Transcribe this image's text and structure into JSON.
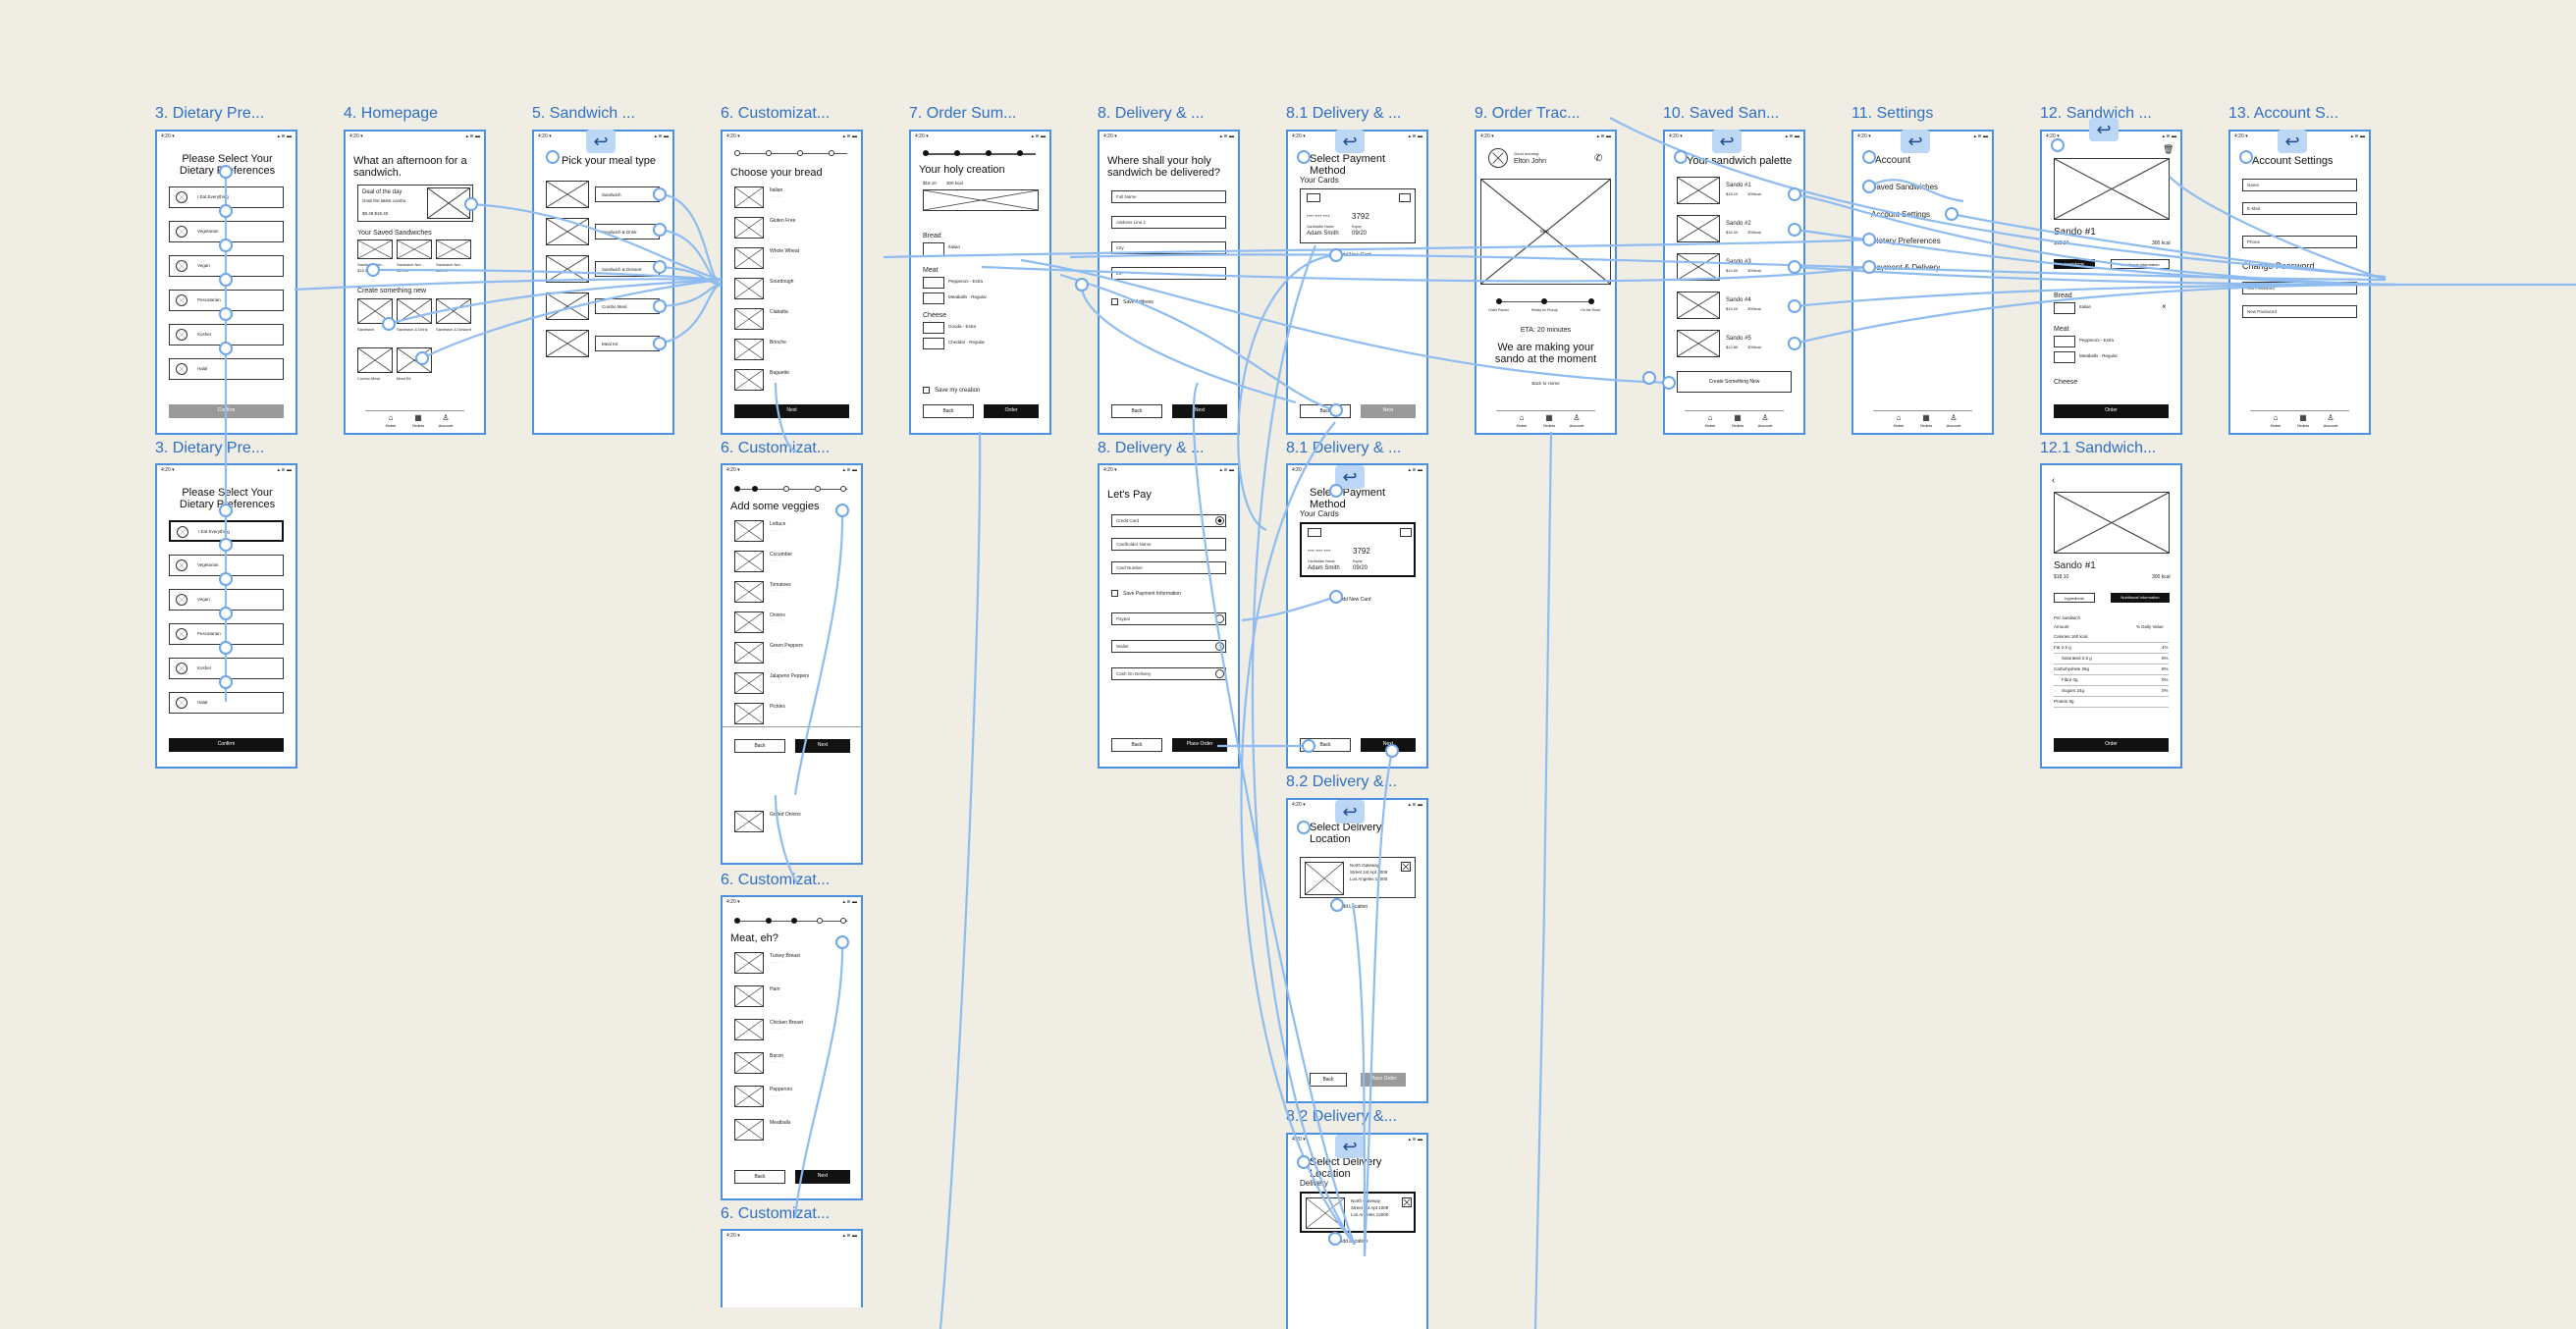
{
  "colors": {
    "background": "#efede4",
    "frame": "#4a90e2",
    "title": "#2f6fc4",
    "connector": "#8fbcf0",
    "connector_node": "#6ea6e8",
    "badge": "#bcd6f6"
  },
  "status": {
    "time": "4:20 ▾",
    "icons": "▴ ≋ ▬"
  },
  "icons": {
    "back": "back-arrow-icon",
    "x": "close-icon",
    "placeholder": "image-placeholder-icon"
  },
  "frames": {
    "f1": {
      "title": "3. Dietary Pre...",
      "heading": "Please Select Your Dietary Preferences",
      "options": [
        "I Eat Everything",
        "Vegetarian",
        "Vegan",
        "Pescatarian",
        "Kosher",
        "Halal"
      ],
      "button": "Confirm"
    },
    "f2": {
      "title": "4. Homepage",
      "heading": "What an afternoon for a sandwich.",
      "deal_title": "Deal of the day",
      "deal_sub": "Grab the latest combo",
      "deal_price": "$5.49 $15.40",
      "saved_label": "Your Saved Sandwiches",
      "saved_items": [
        "Sandwich Nei...",
        "Sandwich Nei...",
        "Sandwich Nei..."
      ],
      "saved_prices": [
        "$18.10",
        "$14.50",
        "$12.00"
      ],
      "create_label": "Create something new",
      "create_items": [
        "Sandwich",
        "Sandwich & Drink",
        "Sandwich & Dessert",
        "Combo Meal",
        "Meal Kit"
      ],
      "nav": [
        "Home",
        "Orders",
        "Account"
      ]
    },
    "f3": {
      "title": "5. Sandwich ...",
      "heading": "Pick your meal type",
      "items": [
        "Sandwich",
        "Sandwich & Drink",
        "Sandwich & Dessert",
        "Combo Meal",
        "Meal Kit"
      ]
    },
    "f4": {
      "title": "6. Customizat...",
      "heading": "Choose your bread",
      "items": [
        "Italian",
        "Gluten Free",
        "Whole Wheat",
        "Sourdough",
        "Ciabatta",
        "Brioche",
        "Baguette"
      ],
      "back": "Back",
      "next": "Next"
    },
    "f5": {
      "title": "7. Order Sum...",
      "heading": "Your holy creation",
      "price": "$18.10",
      "kcal": "300 kcal",
      "bread_label": "Bread",
      "bread_item": "Italian",
      "meat_label": "Meat",
      "meat_items": [
        "Pepperoni - Extra",
        "Meatballs - Regular"
      ],
      "cheese_label": "Cheese",
      "cheese_items": [
        "Gouda - Extra",
        "Cheddar - Regular"
      ],
      "save_label": "Save my creation",
      "back": "Back",
      "order": "Order"
    },
    "f6": {
      "title": "8. Delivery & ...",
      "heading": "Where shall your holy sandwich be delivered?",
      "fields": [
        "Full Name",
        "Address Line 1",
        "City",
        "ZIP"
      ],
      "save_addr": "Save Address",
      "back": "Back",
      "next": "Next"
    },
    "f7": {
      "title": "8.1 Delivery & ...",
      "heading": "Select Payment Method",
      "cards_label": "Your Cards",
      "card_num_prefix": "**** **** ****",
      "card_num": "3792",
      "holder_label": "Cardholder Name",
      "holder": "Adam Smith",
      "expiry_label": "Expiry",
      "expiry": "09/20",
      "add_card": "Add New Card",
      "back": "Back",
      "next": "Next"
    },
    "f8": {
      "title": "9. Order Trac...",
      "greeting": "Good morning",
      "name": "Elton John",
      "map": "Map",
      "steps": [
        "Order Placed",
        "Ready for Pickup",
        "On the Road"
      ],
      "eta": "ETA: 20 minutes",
      "message": "We are making your sando at the moment",
      "back_home": "Back to Home",
      "nav": [
        "Home",
        "Orders",
        "Account"
      ]
    },
    "f9": {
      "title": "10. Saved San...",
      "heading": "Your sandwich palette",
      "items": [
        "Sando #1",
        "Sando #2",
        "Sando #3",
        "Sando #4",
        "Sando #5"
      ],
      "prices": [
        "$18.10",
        "$16.40",
        "$14.00",
        "$19.20",
        "$12.80"
      ],
      "kcal": "300kcal",
      "create": "Create Something New",
      "nav": [
        "Home",
        "Orders",
        "Account"
      ]
    },
    "f10": {
      "title": "11. Settings",
      "items": [
        "Account",
        "Saved Sandwiches",
        "Account Settings",
        "Dietary Preferences",
        "Payment & Delivery"
      ],
      "nav": [
        "Home",
        "Orders",
        "Account"
      ]
    },
    "f11": {
      "title": "12. Sandwich ...",
      "name": "Sando #1",
      "price": "$18.10",
      "kcal": "300 kcal",
      "tabs": [
        "Ingredients",
        "Nutritional Information"
      ],
      "bread_label": "Bread",
      "bread_item": "Italian",
      "meat_label": "Meat",
      "meat_items": [
        "Pepperoni - Extra",
        "Meatballs - Regular"
      ],
      "cheese_label": "Cheese",
      "order": "Order"
    },
    "f12": {
      "title": "13. Account S...",
      "heading": "Account Settings",
      "fields": [
        "Name",
        "E-Mail",
        "Phone"
      ],
      "pw_label": "Change Password",
      "pw_fields": [
        "Old Password",
        "New Password"
      ],
      "nav": [
        "Home",
        "Orders",
        "Account"
      ]
    },
    "f13": {
      "title": "3. Dietary Pre...",
      "heading": "Please Select Your Dietary Preferences",
      "options": [
        "I Eat Everything",
        "Vegetarian",
        "Vegan",
        "Pescatarian",
        "Kosher",
        "Halal"
      ],
      "button": "Confirm"
    },
    "f14": {
      "title": "6. Customizat...",
      "heading": "Add some veggies",
      "items": [
        "Lettuce",
        "Cucumber",
        "Tomatoes",
        "Onions",
        "Green Peppers",
        "Jalapeno Peppers",
        "Pickles",
        "Grilled Onions"
      ],
      "back": "Back",
      "next": "Next"
    },
    "f15": {
      "title": "8. Delivery & ...",
      "heading": "Let's Pay",
      "fields": [
        "Credit Card",
        "Cardholder Name",
        "Card Number"
      ],
      "saved_label": "Save Payment Information",
      "options": [
        "Paypal",
        "Wallet",
        "Cash On Delivery"
      ],
      "back": "Back",
      "next": "Place Order"
    },
    "f16": {
      "title": "8.1 Delivery & ...",
      "heading": "Select Payment Method",
      "cards_label": "Your Cards",
      "card_num_prefix": "**** **** ****",
      "card_num": "3792",
      "holder_label": "Cardholder Name",
      "holder": "Adam Smith",
      "expiry_label": "Expiry",
      "expiry": "09/20",
      "add_card": "Add New Card",
      "back": "Back",
      "next": "Next"
    },
    "f17": {
      "title": "12.1 Sandwich...",
      "name": "Sando #1",
      "price": "$18.10",
      "kcal": "300 kcal",
      "tabs": [
        "Ingredients",
        "Nutritional Information"
      ],
      "per": "Per sandwich",
      "amount": "Amount",
      "daily": "% Daily Value",
      "rows": [
        [
          "Calories 160 kcal",
          ""
        ],
        [
          "Fat 2.5 g",
          "4%"
        ],
        [
          "Saturated 2.5 g",
          "8%"
        ],
        [
          "Carbohydrate 25g",
          "8%"
        ],
        [
          "Fibre 0g",
          "0%"
        ],
        [
          "Sugars 24g",
          "0%"
        ],
        [
          "Protein 8g",
          ""
        ]
      ],
      "order": "Order"
    },
    "f18": {
      "title": "6. Customizat...",
      "heading": "Meat, eh?",
      "items": [
        "Turkey Breast",
        "Ham",
        "Chicken Breast",
        "Bacon",
        "Pepperoni",
        "Meatballs"
      ],
      "back": "Back",
      "next": "Next"
    },
    "f19": {
      "title": "8.2 Delivery &...",
      "heading": "Select Delivery Location",
      "addr_name": "North Gateway",
      "addr_line": "Street 1st Apt 1009",
      "addr_city": "Los Angeles 12000",
      "add": "Add Location",
      "back": "Back",
      "next": "Place Order"
    },
    "f20": {
      "title": "6. Customizat..."
    },
    "f21": {
      "title": "8.2 Delivery &...",
      "heading": "Select Delivery Location",
      "label": "Delivery",
      "addr_name": "North Gateway",
      "addr_line": "Street 1st Apt 1009",
      "addr_city": "Los Angeles 12000",
      "add": "Add Location"
    }
  }
}
